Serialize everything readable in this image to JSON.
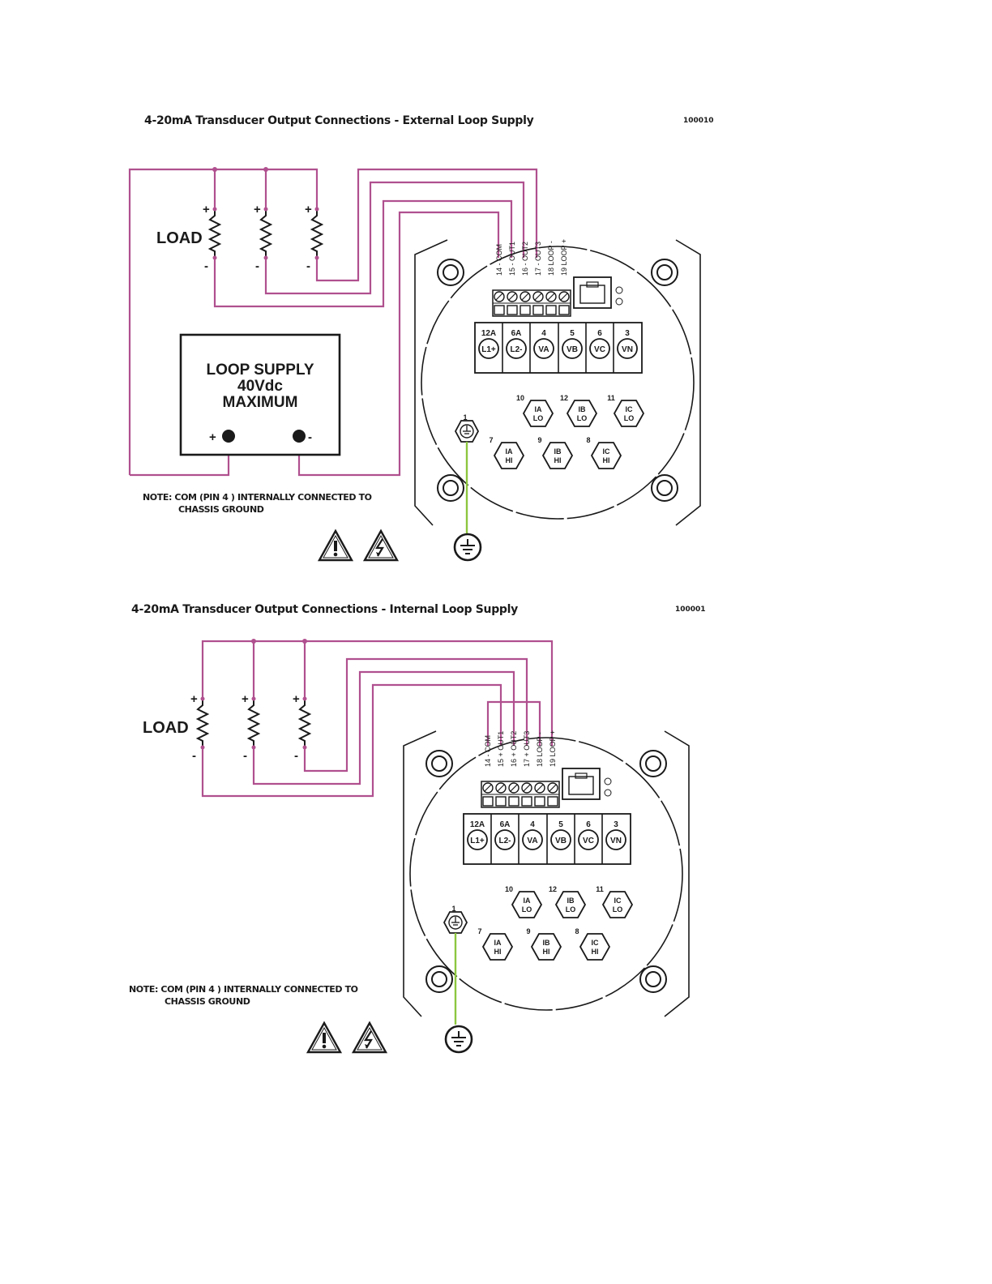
{
  "colors": {
    "wire": "#b0508f",
    "ground_wire": "#8cc63f",
    "line": "#1a1a1a"
  },
  "icons": [
    "warning-triangle-icon",
    "electrical-hazard-icon",
    "ground-icon"
  ],
  "diagram_external": {
    "title": "4-20mA Transducer Output Connections - External Loop Supply",
    "code": "100010",
    "load_label": "LOAD",
    "plus": "+",
    "minus": "-",
    "terminal_labels": [
      "14 - COM",
      "15 - OUT1",
      "16 - OUT2",
      "17 - OUT3",
      "18 LOOP -",
      "19 LOOP +"
    ],
    "supply_line1": "LOOP SUPPLY",
    "supply_line2": "40Vdc",
    "supply_line3": "MAXIMUM",
    "note_line1": "NOTE:  COM (PIN 4 ) INTERNALLY CONNECTED TO",
    "note_line2": "CHASSIS GROUND"
  },
  "diagram_internal": {
    "title": "4-20mA Transducer Output Connections - Internal Loop Supply",
    "code": "100001",
    "load_label": "LOAD",
    "plus": "+",
    "minus": "-",
    "terminal_labels": [
      "14 - COM",
      "15 + OUT1",
      "16 + OUT2",
      "17 + OUT3",
      "18 LOOP -",
      "19 LOOP +"
    ],
    "note_line1": "NOTE:  COM (PIN 4 ) INTERNALLY CONNECTED TO",
    "note_line2": "CHASSIS GROUND"
  },
  "meter": {
    "voltage_terminals": [
      {
        "num": "12A",
        "label": "L1+"
      },
      {
        "num": "6A",
        "label": "L2-"
      },
      {
        "num": "4",
        "label": "VA"
      },
      {
        "num": "5",
        "label": "VB"
      },
      {
        "num": "6",
        "label": "VC"
      },
      {
        "num": "3",
        "label": "VN"
      }
    ],
    "current_lo": [
      {
        "num": "10",
        "label": "IA LO"
      },
      {
        "num": "12",
        "label": "IB LO"
      },
      {
        "num": "11",
        "label": "IC LO"
      }
    ],
    "current_hi": [
      {
        "num": "7",
        "label": "IA HI"
      },
      {
        "num": "9",
        "label": "IB HI"
      },
      {
        "num": "8",
        "label": "IC HI"
      }
    ],
    "ground_terminal_num": "1"
  }
}
